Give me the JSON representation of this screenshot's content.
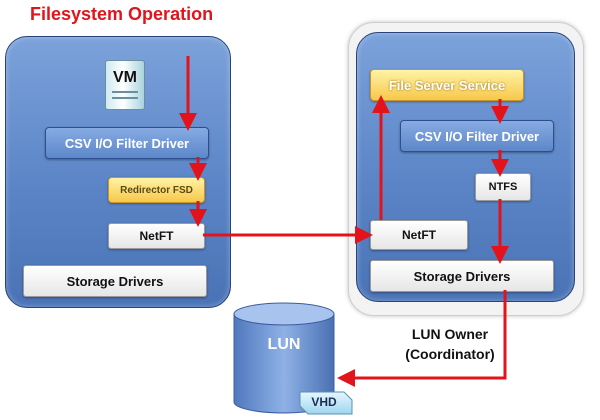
{
  "title": "Filesystem Operation",
  "left_node": {
    "vm_label": "VM",
    "csv_filter": "CSV I/O Filter Driver",
    "redirector": "Redirector FSD",
    "netft": "NetFT",
    "storage": "Storage Drivers"
  },
  "right_node": {
    "file_server": "File Server Service",
    "csv_filter": "CSV I/O Filter Driver",
    "ntfs": "NTFS",
    "netft": "NetFT",
    "storage": "Storage Drivers"
  },
  "lun": {
    "label": "LUN",
    "vhd_label": "VHD"
  },
  "owner": {
    "line1": "LUN Owner",
    "line2": "(Coordinator)"
  },
  "colors": {
    "title": "#e3131b",
    "arrow": "#e3131b",
    "panel": "#5b85c7",
    "yellow": "#f7c84a"
  }
}
